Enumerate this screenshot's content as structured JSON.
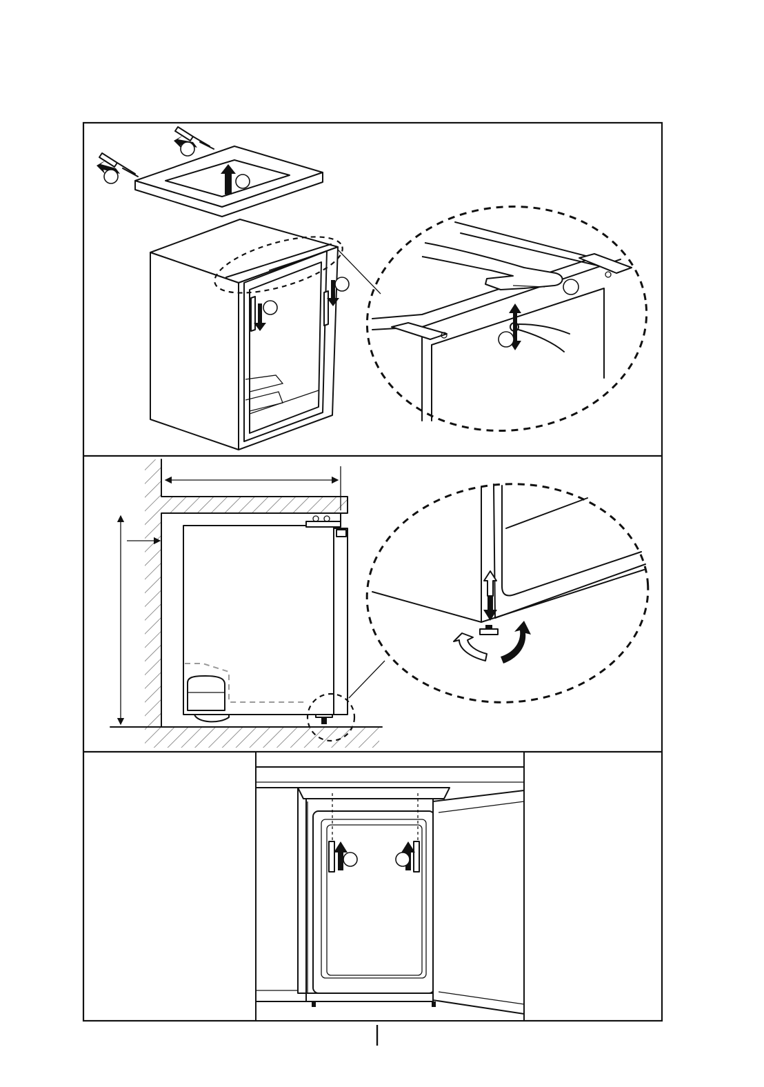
{
  "figure": {
    "panels": [
      {
        "name": "remove-worktop-and-fit-door-brackets"
      },
      {
        "name": "install-dimensions-and-adjust-feet"
      },
      {
        "name": "fix-under-worktop-screws"
      }
    ]
  }
}
